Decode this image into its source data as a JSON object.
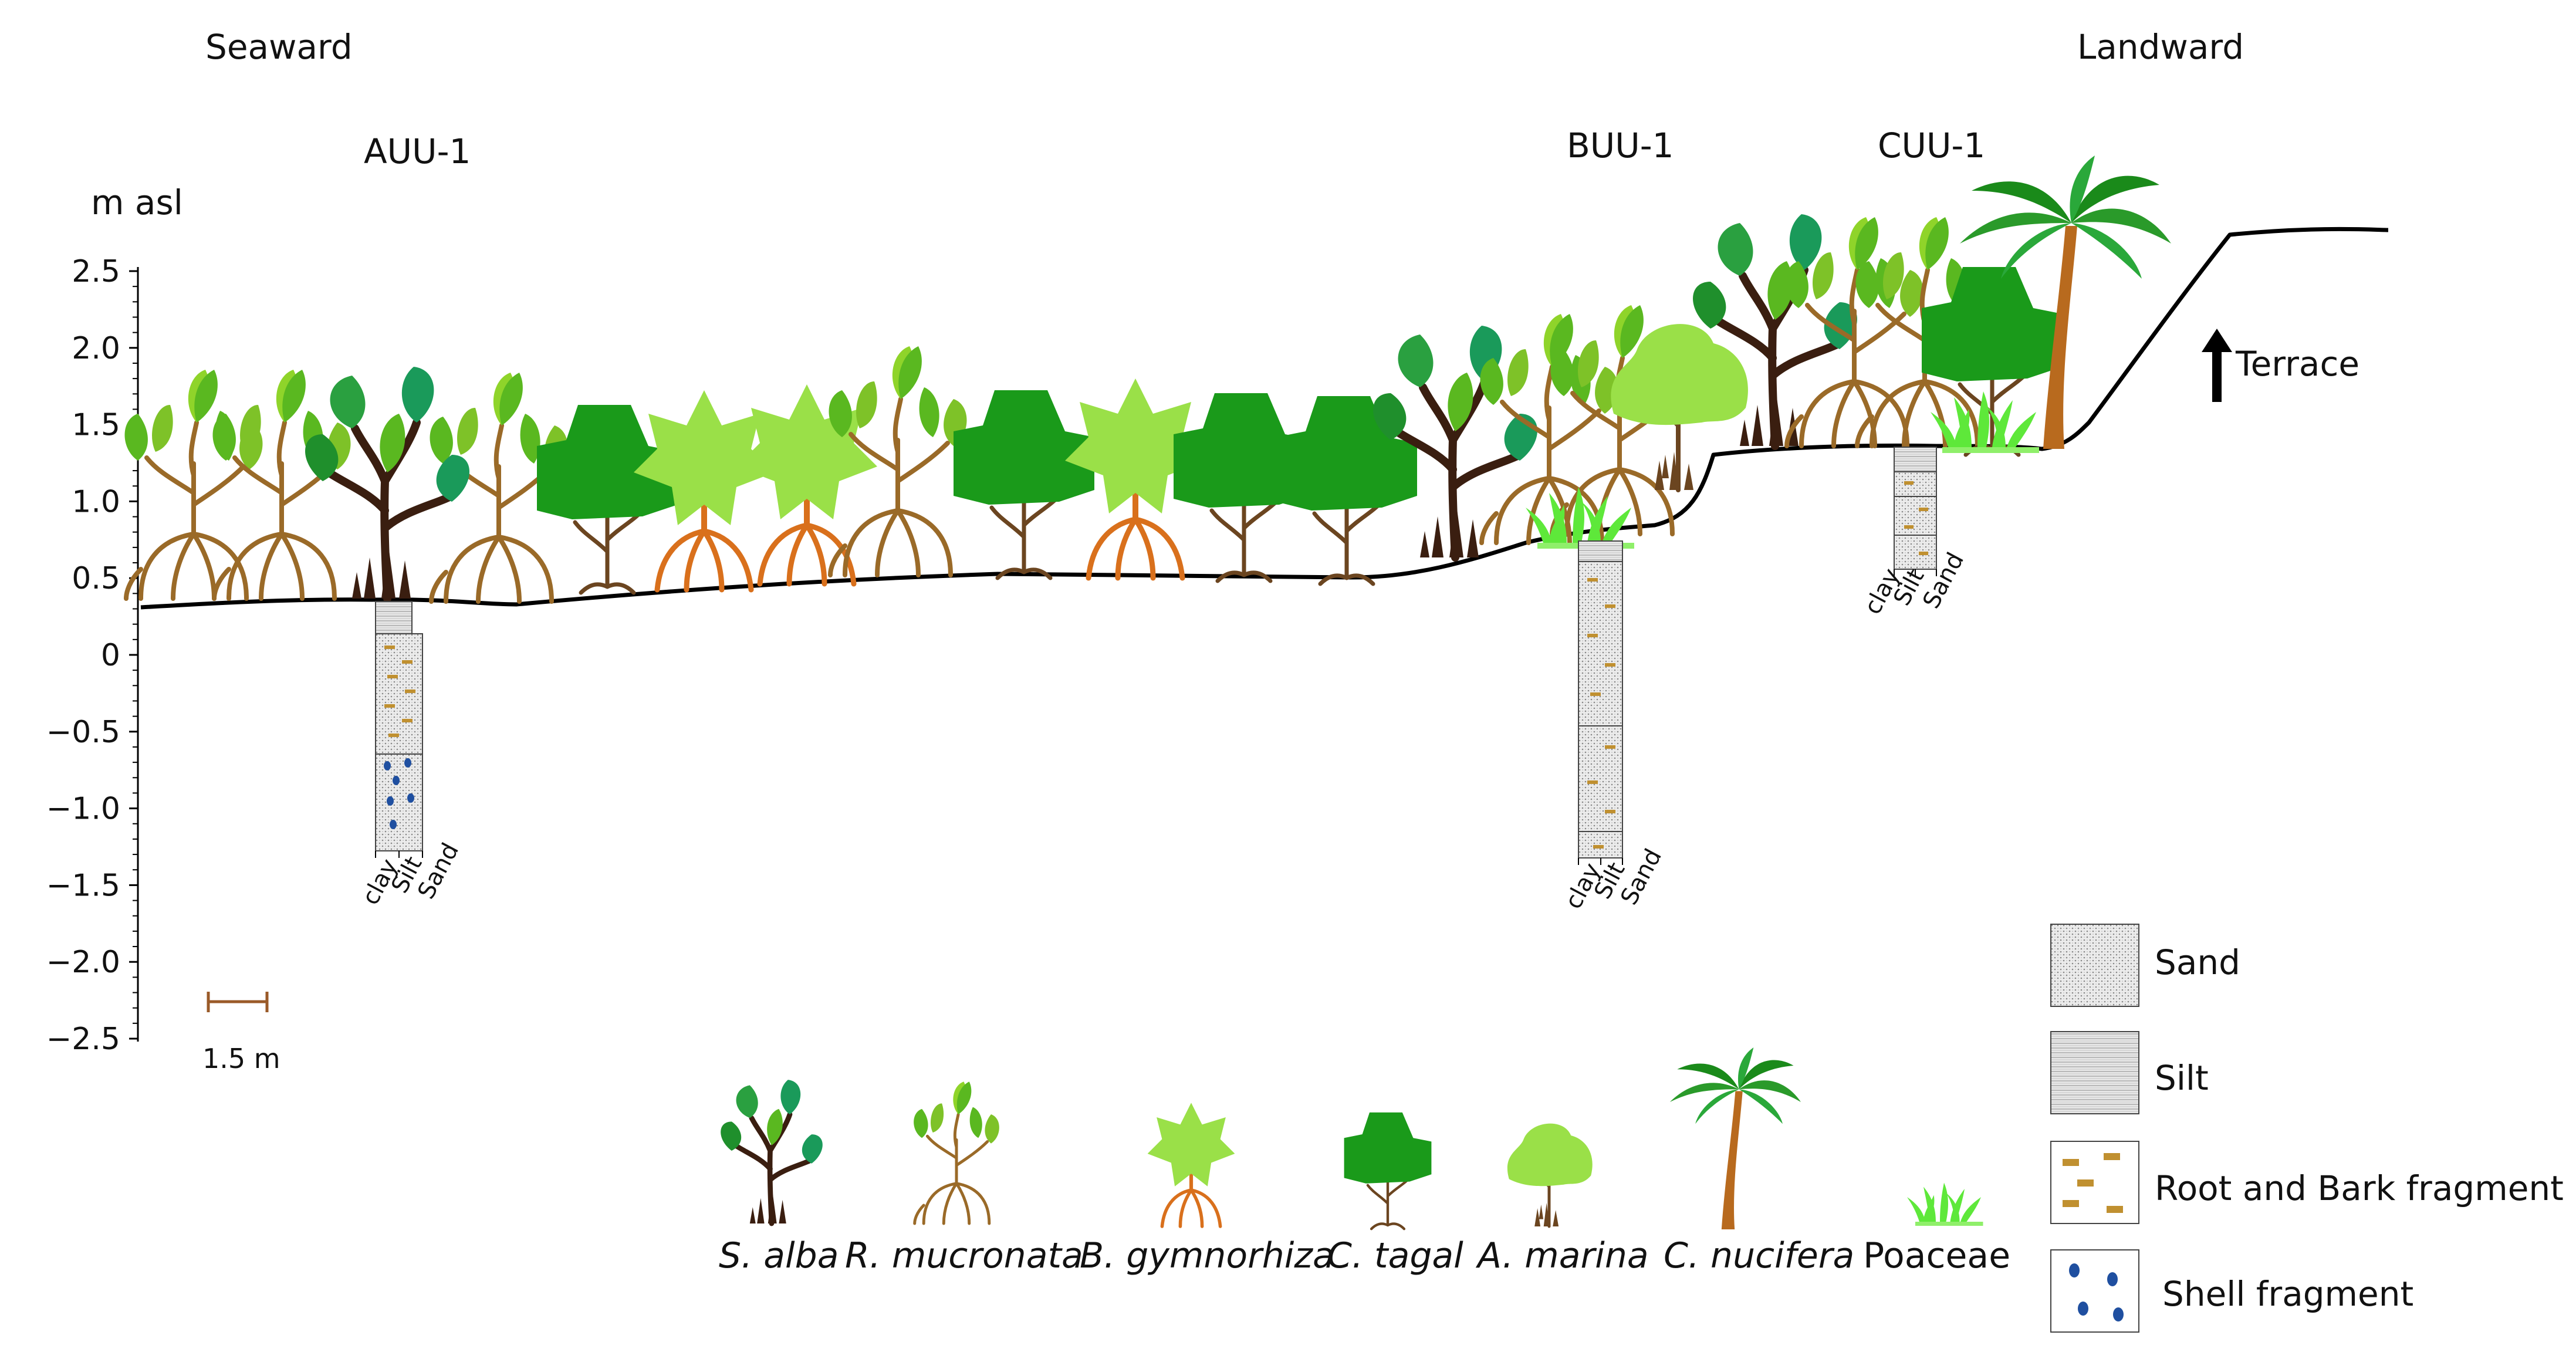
{
  "header": {
    "seaward": "Seaward",
    "landward": "Landward",
    "unit": "m asl"
  },
  "sites": [
    {
      "id": "AUU-1"
    },
    {
      "id": "BUU-1"
    },
    {
      "id": "CUU-1"
    }
  ],
  "axis": {
    "ticks": [
      "2.5",
      "2.0",
      "1.5",
      "1.0",
      "0.5",
      "0",
      "-0.5",
      "-1.0",
      "-1.5",
      "-2.0",
      "-2.5"
    ],
    "range": [
      -2.5,
      2.5
    ]
  },
  "scale_bar": "1.5 m",
  "terrace_label": "Terrace",
  "grain_labels": [
    "clay",
    "Silt",
    "Sand"
  ],
  "species": [
    {
      "name": "S. alba",
      "italic": true
    },
    {
      "name": "R. mucronata",
      "italic": true
    },
    {
      "name": "B. gymnorhiza",
      "italic": true
    },
    {
      "name": "C. tagal",
      "italic": true
    },
    {
      "name": "A. marina",
      "italic": true
    },
    {
      "name": "C. nucifera",
      "italic": true
    },
    {
      "name": "Poaceae",
      "italic": false
    }
  ],
  "legend": [
    {
      "label": "Sand",
      "pattern": "sand"
    },
    {
      "label": "Silt",
      "pattern": "silt"
    },
    {
      "label": "Root and Bark fragment",
      "pattern": "root"
    },
    {
      "label": "Shell fragment",
      "pattern": "shell"
    }
  ],
  "colors": {
    "dark_green": "#1a9a1a",
    "mid_green": "#5ab820",
    "light_green": "#8fd42a",
    "lime": "#7ee832",
    "pale": "#9ae048",
    "brown": "#9a6a28",
    "dark_brown": "#3a1e10",
    "orange_root": "#d9701c",
    "ground": "#000000"
  }
}
